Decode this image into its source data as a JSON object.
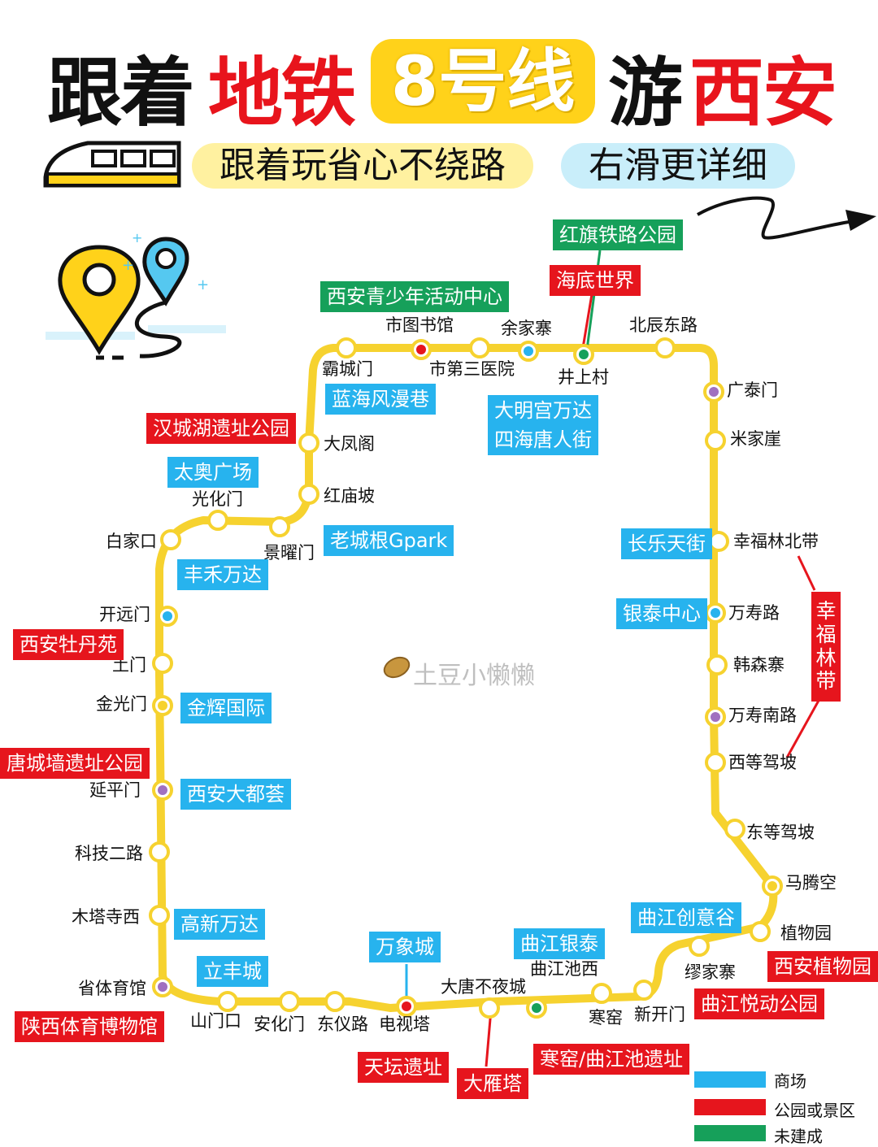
{
  "title": {
    "part1": "跟着",
    "part2": "地铁",
    "pill": "8号线",
    "part3": "游",
    "part4": "西安"
  },
  "subtitle": {
    "left": "跟着玩省心不绕路",
    "right": "右滑更详细"
  },
  "colors": {
    "line": "#f6d22f",
    "mall": "#27b3ee",
    "park": "#e6151d",
    "unbuilt": "#16a05a",
    "title_red": "#e8141c",
    "pill_yellow": "#ffd21a"
  },
  "stations": [
    {
      "id": "s1",
      "name": "霸城门"
    },
    {
      "id": "s2",
      "name": "市图书馆"
    },
    {
      "id": "s3",
      "name": "市第三医院"
    },
    {
      "id": "s4",
      "name": "余家寨"
    },
    {
      "id": "s5",
      "name": "井上村"
    },
    {
      "id": "s6",
      "name": "北辰东路"
    },
    {
      "id": "s7",
      "name": "广泰门"
    },
    {
      "id": "s8",
      "name": "米家崖"
    },
    {
      "id": "s9",
      "name": "幸福林北带"
    },
    {
      "id": "s10",
      "name": "万寿路"
    },
    {
      "id": "s11",
      "name": "韩森寨"
    },
    {
      "id": "s12",
      "name": "万寿南路"
    },
    {
      "id": "s13",
      "name": "西等驾坡"
    },
    {
      "id": "s14",
      "name": "东等驾坡"
    },
    {
      "id": "s15",
      "name": "马腾空"
    },
    {
      "id": "s16",
      "name": "植物园"
    },
    {
      "id": "s17",
      "name": "缪家寨"
    },
    {
      "id": "s18",
      "name": "新开门"
    },
    {
      "id": "s19",
      "name": "寒窑"
    },
    {
      "id": "s20",
      "name": "曲江池西"
    },
    {
      "id": "s21",
      "name": "大唐不夜城"
    },
    {
      "id": "s22",
      "name": "电视塔"
    },
    {
      "id": "s23",
      "name": "东仪路"
    },
    {
      "id": "s24",
      "name": "安化门"
    },
    {
      "id": "s25",
      "name": "山门口"
    },
    {
      "id": "s26",
      "name": "省体育馆"
    },
    {
      "id": "s27",
      "name": "木塔寺西"
    },
    {
      "id": "s28",
      "name": "科技二路"
    },
    {
      "id": "s29",
      "name": "延平门"
    },
    {
      "id": "s30",
      "name": "金光门"
    },
    {
      "id": "s31",
      "name": "土门"
    },
    {
      "id": "s32",
      "name": "开远门"
    },
    {
      "id": "s33",
      "name": "白家口"
    },
    {
      "id": "s34",
      "name": "光化门"
    },
    {
      "id": "s35",
      "name": "景曜门"
    },
    {
      "id": "s36",
      "name": "红庙坡"
    },
    {
      "id": "s37",
      "name": "大凤阁"
    }
  ],
  "tags": {
    "malls": [
      "蓝海风漫巷",
      "大明宫万达",
      "四海唐人街",
      "太奥广场",
      "老城根Gpark",
      "丰禾万达",
      "长乐天街",
      "银泰中心",
      "金辉国际",
      "西安大都荟",
      "高新万达",
      "立丰城",
      "万象城",
      "曲江银泰",
      "曲江创意谷"
    ],
    "parks": [
      "海底世界",
      "汉城湖遗址公园",
      "西安牡丹苑",
      "唐城墙遗址公园",
      "幸福林带",
      "西安植物园",
      "曲江悦动公园",
      "寒窑/曲江池遗址",
      "大雁塔",
      "天坛遗址",
      "陕西体育博物馆"
    ],
    "unbuilt": [
      "红旗铁路公园",
      "西安青少年活动中心"
    ]
  },
  "legend": [
    {
      "label": "商场",
      "color": "#27b3ee"
    },
    {
      "label": "公园或景区",
      "color": "#e6151d"
    },
    {
      "label": "未建成",
      "color": "#16a05a"
    }
  ],
  "watermark": "土豆小懒懒"
}
